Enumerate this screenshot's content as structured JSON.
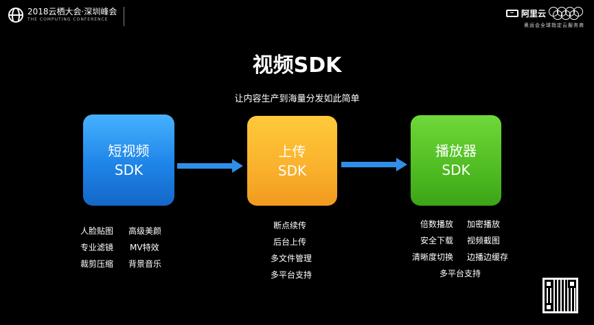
{
  "header": {
    "conference_title": "2018云栖大会·深圳峰会",
    "conference_subtitle": "THE COMPUTING CONFERENCE",
    "partner_name": "阿里云",
    "partner_slogan": "奥运会全球指定云服务商"
  },
  "slide": {
    "title": "视频SDK",
    "subtitle": "让内容生产到海量分发如此简单"
  },
  "boxes": [
    {
      "line1": "短视频",
      "line2": "SDK",
      "color": "#2f97f2"
    },
    {
      "line1": "上传",
      "line2": "SDK",
      "color": "#f7ac2a"
    },
    {
      "line1": "播放器",
      "line2": "SDK",
      "color": "#52bf25"
    }
  ],
  "arrow_color": "#2f8fe8",
  "features": {
    "short_video": [
      [
        "人脸贴图",
        "高级美颜"
      ],
      [
        "专业滤镜",
        "MV特效"
      ],
      [
        "裁剪压缩",
        "背景音乐"
      ]
    ],
    "upload": [
      "断点续传",
      "后台上传",
      "多文件管理",
      "多平台支持"
    ],
    "player": [
      [
        "倍数播放",
        "加密播放"
      ],
      [
        "安全下载",
        "视频截图"
      ],
      [
        "清晰度切换",
        "边播边缓存"
      ],
      [
        "多平台支持"
      ]
    ]
  }
}
